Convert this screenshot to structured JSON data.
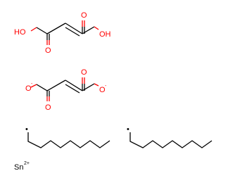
{
  "structure": {
    "molecules": [
      {
        "labels": {
          "hydroxyl_left": "HO",
          "hydroxyl_right": "OH",
          "carbonyl_left": "O",
          "carbonyl_right": "O"
        }
      },
      {
        "labels": {
          "oxygen_left": "O",
          "oxygen_right": "O",
          "carbonyl_left": "O",
          "carbonyl_right": "O",
          "charge": "-"
        }
      },
      {
        "radical": "•"
      },
      {
        "radical": "•"
      }
    ],
    "tin": {
      "symbol": "Sn",
      "charge": "2+"
    }
  },
  "colors": {
    "bond": "#000000",
    "oxygen": "#ff0000"
  }
}
